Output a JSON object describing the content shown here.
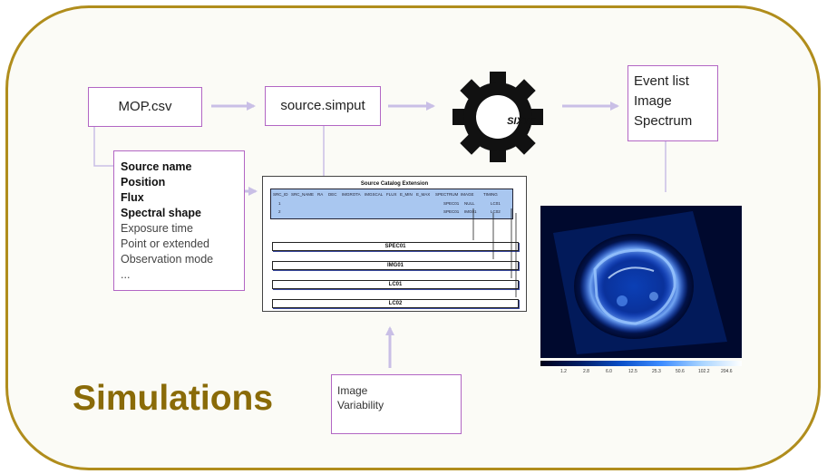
{
  "diagram": {
    "mop_label": "MOP.csv",
    "simput_label": "source.simput",
    "sixte_label": "SIXTE",
    "outputs": [
      "Event list",
      "Image",
      "Spectrum"
    ],
    "params_bold": [
      "Source name",
      "Position",
      "Flux",
      "Spectral shape"
    ],
    "params_regular": [
      "Exposure time",
      "Point or extended",
      "Observation mode",
      "..."
    ],
    "extra_inputs": [
      "Image",
      "Variability"
    ],
    "title": "Simulations"
  },
  "catalog": {
    "title": "Source Catalog Extension",
    "columns": [
      "SRC_ID",
      "SRC_NAME",
      "RA",
      "DEC",
      "IMGROTA",
      "IMGSCAL",
      "FLUX",
      "E_MIN",
      "E_MAX",
      "SPECTRUM",
      "IMAGE",
      "TIMING"
    ],
    "rows": [
      {
        "id": "1",
        "spectrum": "SPEC01",
        "image": "NULL",
        "timing": "LC01"
      },
      {
        "id": "2",
        "spectrum": "SPEC01",
        "image": "IMG01",
        "timing": "LC02"
      }
    ],
    "extensions": [
      "SPEC01",
      "IMG01",
      "LC01",
      "LC02"
    ]
  },
  "colorbar": {
    "ticks": [
      "1.2",
      "2.8",
      "6.0",
      "12.5",
      "25.3",
      "50.6",
      "102.2",
      "204.6"
    ]
  },
  "colors": {
    "frame": "#b08d1c",
    "box_border": "#b266c4",
    "arrow": "#c9bfe6",
    "title": "#8a6b08"
  }
}
